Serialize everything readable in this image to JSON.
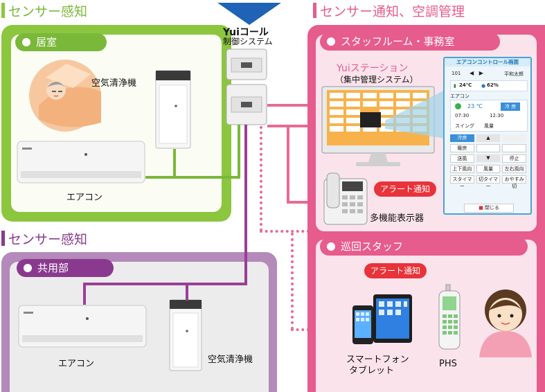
{
  "colors": {
    "green": "#8cc63f",
    "green_light": "#f3f9e6",
    "pink": "#e65c8c",
    "pink_light": "#fbe3ec",
    "purple": "#8a3a8e",
    "purple_light": "#e4e2e4",
    "wire_green": "#7ab83a",
    "wire_pink": "#e86a96",
    "wire_purple": "#9a3f95"
  },
  "sections": {
    "left_top": {
      "title": "センサー感知",
      "room": "居室",
      "devices": {
        "purifier": "空気清浄機",
        "aircon": "エアコン"
      }
    },
    "left_bottom": {
      "title": "センサー感知",
      "room": "共用部",
      "devices": {
        "aircon": "エアコン",
        "purifier": "空気清浄機"
      }
    },
    "right": {
      "title": "センサー通知、空調管理",
      "staff_room": {
        "label": "スタッフルーム・事務室",
        "station_title": "Yuiステーション",
        "station_sub": "（集中管理システム）",
        "alert": "アラート通知",
        "phone_label": "多機能表示器"
      },
      "patrol": {
        "label": "巡回スタッフ",
        "alert": "アラート通知",
        "smartphone_label": "スマートフォン",
        "tablet_label": "タブレット",
        "phs_label": "PHS"
      }
    }
  },
  "center": {
    "logo": "Yuiコール",
    "subtitle": "制御システム"
  },
  "aircon_panel": {
    "title": "エアコンコントロール画面",
    "room_no": "101",
    "user": "平和太郎",
    "temp": "24℃",
    "humidity": "62%",
    "section": "エアコン",
    "set_temp": "23 ℃",
    "mode": "冷 房",
    "timer_on": "07:30",
    "timer_off": "12:30",
    "swing": "スイング",
    "fan": "風量",
    "buttons": [
      "冷房",
      "暖房",
      "送風",
      "停止",
      "上下風向",
      "風量",
      "左右風向",
      "スタイマー",
      "切タイマー",
      "おやすみ切"
    ],
    "close": "閉じる"
  }
}
